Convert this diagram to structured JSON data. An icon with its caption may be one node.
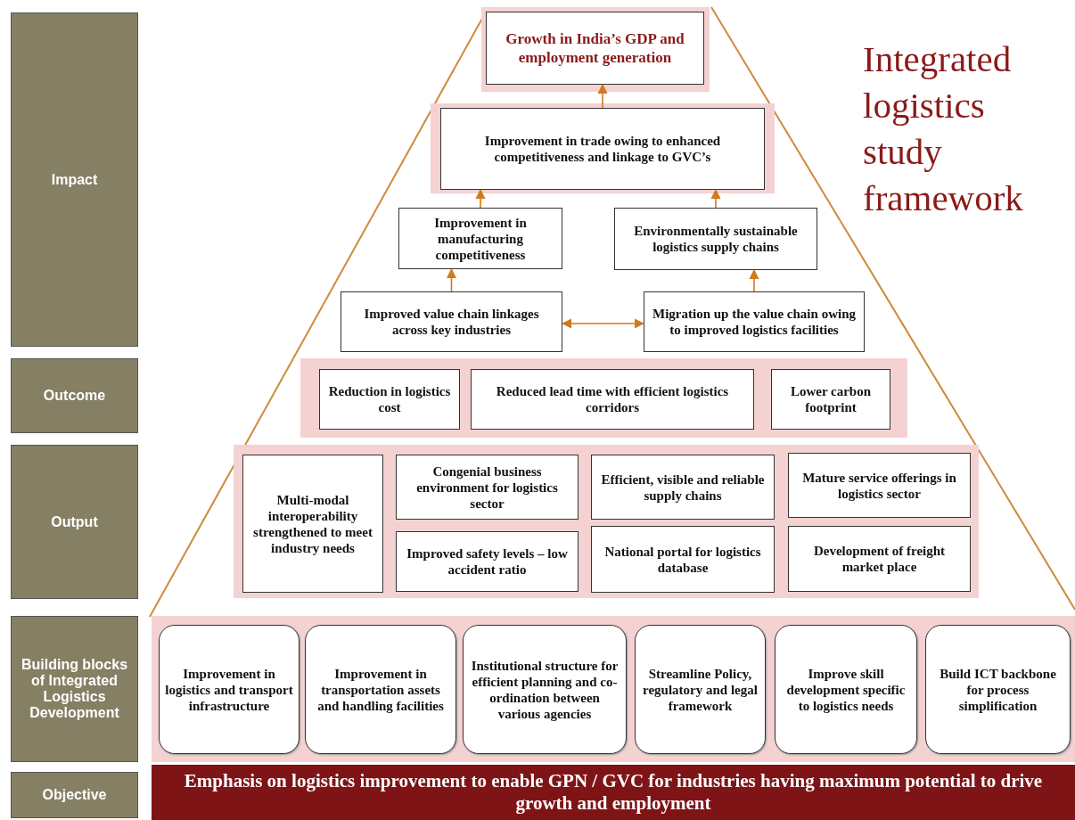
{
  "diagram": {
    "title": "Integrated logistics study framework",
    "nodes": [
      {
        "text": [
          "Impact"
        ]
      },
      {
        "text": [
          "Outcome"
        ]
      },
      {
        "text": [
          "Output"
        ]
      },
      {
        "text": [
          "Building blocks of Integrated Logistics Development"
        ]
      },
      {
        "text": [
          "Objective"
        ]
      },
      {
        "text": [
          "Growth in India’s GDP and employment generation"
        ]
      },
      {
        "text": [
          "Improvement in trade owing to enhanced competitiveness and linkage to GVC’s"
        ]
      },
      {
        "text": [
          "Improvement in manufacturing competitiveness"
        ]
      },
      {
        "text": [
          "Environmentally sustainable logistics supply chains"
        ]
      },
      {
        "text": [
          "Improved value chain linkages across key industries"
        ]
      },
      {
        "text": [
          "Migration up the value chain owing to improved logistics facilities"
        ]
      },
      {
        "text": [
          "Reduction in logistics cost"
        ]
      },
      {
        "text": [
          "Reduced lead time with efficient logistics corridors"
        ]
      },
      {
        "text": [
          "Lower carbon footprint"
        ]
      },
      {
        "text": [
          "Multi-modal interoperability strengthened to meet industry needs"
        ]
      },
      {
        "text": [
          "Congenial business environment for logistics sector"
        ]
      },
      {
        "text": [
          "Efficient, visible and reliable supply chains"
        ]
      },
      {
        "text": [
          "Mature service offerings in logistics sector"
        ]
      },
      {
        "text": [
          "Improved safety levels – low accident ratio"
        ]
      },
      {
        "text": [
          "National portal for logistics database"
        ]
      },
      {
        "text": [
          "Development of freight market place"
        ]
      },
      {
        "text": [
          "Improvement in logistics and transport infrastructure"
        ]
      },
      {
        "text": [
          "Improvement in transportation assets and handling facilities"
        ]
      },
      {
        "text": [
          "Institutional structure for efficient planning and co-ordination between various agencies"
        ]
      },
      {
        "text": [
          "Streamline Policy, regulatory and legal framework"
        ]
      },
      {
        "text": [
          "Improve skill development specific to logistics needs"
        ]
      },
      {
        "text": [
          "Build ICT backbone for process simplification"
        ]
      },
      {
        "text": [
          "Emphasis on logistics improvement to enable GPN / GVC for industries having maximum potential to drive growth and employment"
        ]
      }
    ],
    "edges": [
      {
        "from": 6,
        "to": 5,
        "arrow": "to"
      },
      {
        "from": 7,
        "to": 6,
        "arrow": "to"
      },
      {
        "from": 8,
        "to": 6,
        "arrow": "to"
      },
      {
        "from": 9,
        "to": 7,
        "arrow": "to"
      },
      {
        "from": 10,
        "to": 8,
        "arrow": "to"
      },
      {
        "from": 9,
        "to": 10,
        "arrow": "both"
      }
    ]
  }
}
